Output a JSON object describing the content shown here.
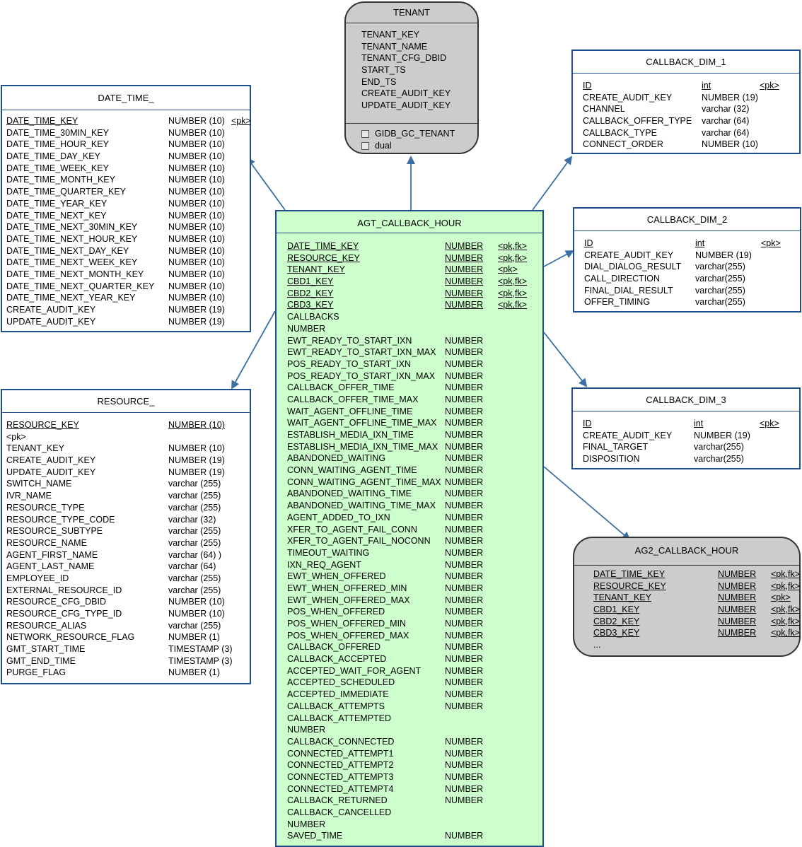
{
  "entities": {
    "tenant": {
      "title": "TENANT",
      "fields": [
        "TENANT_KEY",
        "TENANT_NAME",
        "TENANT_CFG_DBID",
        "START_TS",
        "END_TS",
        "CREATE_AUDIT_KEY",
        "UPDATE_AUDIT_KEY"
      ],
      "methods": [
        "GIDB_GC_TENANT",
        "dual"
      ]
    },
    "date_time": {
      "title": "DATE_TIME_",
      "rows": [
        {
          "name": "DATE_TIME_KEY",
          "type": "NUMBER (10)",
          "key": "<pk>",
          "pk": true
        },
        {
          "name": "DATE_TIME_30MIN_KEY",
          "type": "NUMBER (10)"
        },
        {
          "name": "DATE_TIME_HOUR_KEY",
          "type": "NUMBER (10)"
        },
        {
          "name": "DATE_TIME_DAY_KEY",
          "type": "NUMBER (10)"
        },
        {
          "name": "DATE_TIME_WEEK_KEY",
          "type": "NUMBER (10)"
        },
        {
          "name": "DATE_TIME_MONTH_KEY",
          "type": "NUMBER (10)"
        },
        {
          "name": "DATE_TIME_QUARTER_KEY",
          "type": "NUMBER (10)"
        },
        {
          "name": "DATE_TIME_YEAR_KEY",
          "type": "NUMBER (10)"
        },
        {
          "name": "DATE_TIME_NEXT_KEY",
          "type": "NUMBER (10)"
        },
        {
          "name": "DATE_TIME_NEXT_30MIN_KEY",
          "type": "NUMBER (10)"
        },
        {
          "name": "DATE_TIME_NEXT_HOUR_KEY",
          "type": "NUMBER (10)"
        },
        {
          "name": "DATE_TIME_NEXT_DAY_KEY",
          "type": "NUMBER (10)"
        },
        {
          "name": "DATE_TIME_NEXT_WEEK_KEY",
          "type": "NUMBER (10)"
        },
        {
          "name": "DATE_TIME_NEXT_MONTH_KEY",
          "type": "NUMBER (10)"
        },
        {
          "name": "DATE_TIME_NEXT_QUARTER_KEY",
          "type": "NUMBER (10)"
        },
        {
          "name": "DATE_TIME_NEXT_YEAR_KEY",
          "type": "NUMBER (10)"
        },
        {
          "name": "CREATE_AUDIT_KEY",
          "type": "NUMBER (19)"
        },
        {
          "name": "UPDATE_AUDIT_KEY",
          "type": "NUMBER (19)"
        }
      ]
    },
    "resource": {
      "title": "RESOURCE_",
      "rows": [
        {
          "name": "RESOURCE_KEY",
          "type": "NUMBER (10)",
          "pk": true,
          "type_underline": true
        },
        {
          "name": "<pk>"
        },
        {
          "name": "TENANT_KEY",
          "type": "NUMBER (10)"
        },
        {
          "name": "CREATE_AUDIT_KEY",
          "type": "NUMBER (19)"
        },
        {
          "name": "UPDATE_AUDIT_KEY",
          "type": "NUMBER (19)"
        },
        {
          "name": "SWITCH_NAME",
          "type": "varchar (255)"
        },
        {
          "name": "IVR_NAME",
          "type": "varchar (255)"
        },
        {
          "name": "RESOURCE_TYPE",
          "type": "varchar (255)"
        },
        {
          "name": "RESOURCE_TYPE_CODE",
          "type": "varchar (32)"
        },
        {
          "name": "RESOURCE_SUBTYPE",
          "type": "varchar (255)"
        },
        {
          "name": "RESOURCE_NAME",
          "type": "varchar (255)"
        },
        {
          "name": "AGENT_FIRST_NAME",
          "type": "varchar (64) )"
        },
        {
          "name": "AGENT_LAST_NAME",
          "type": "varchar (64)"
        },
        {
          "name": "EMPLOYEE_ID",
          "type": "varchar (255)"
        },
        {
          "name": "EXTERNAL_RESOURCE_ID",
          "type": "varchar (255)"
        },
        {
          "name": "RESOURCE_CFG_DBID",
          "type": "NUMBER (10)"
        },
        {
          "name": "RESOURCE_CFG_TYPE_ID",
          "type": "NUMBER (10)"
        },
        {
          "name": "RESOURCE_ALIAS",
          "type": "varchar (255)"
        },
        {
          "name": "NETWORK_RESOURCE_FLAG",
          "type": "NUMBER (1)"
        },
        {
          "name": "GMT_START_TIME",
          "type": "TIMESTAMP (3)"
        },
        {
          "name": "GMT_END_TIME",
          "type": "TIMESTAMP (3)"
        },
        {
          "name": "PURGE_FLAG",
          "type": "NUMBER (1)"
        }
      ]
    },
    "agt_callback_hour": {
      "title": "AGT_CALLBACK_HOUR",
      "rows": [
        {
          "name": "DATE_TIME_KEY",
          "type": "NUMBER",
          "key": "<pk,fk>",
          "pk": true
        },
        {
          "name": "RESOURCE_KEY",
          "type": "NUMBER",
          "key": "<pk,fk>",
          "pk": true
        },
        {
          "name": "TENANT_KEY",
          "type": "NUMBER",
          "key": "<pk>",
          "pk": true
        },
        {
          "name": "CBD1_KEY",
          "type": "NUMBER",
          "key": "<pk,fk>",
          "pk": true
        },
        {
          "name": "CBD2_KEY",
          "type": "NUMBER",
          "key": "<pk,fk>",
          "pk": true
        },
        {
          "name": "CBD3_KEY",
          "type": "NUMBER",
          "key": "<pk,fk>",
          "pk": true
        },
        {
          "name": "CALLBACKS"
        },
        {
          "name": "NUMBER"
        },
        {
          "name": "EWT_READY_TO_START_IXN",
          "type": "NUMBER"
        },
        {
          "name": "EWT_READY_TO_START_IXN_MAX",
          "type": "NUMBER"
        },
        {
          "name": "POS_READY_TO_START_IXN",
          "type": "NUMBER"
        },
        {
          "name": "POS_READY_TO_START_IXN_MAX",
          "type": "NUMBER"
        },
        {
          "name": "CALLBACK_OFFER_TIME",
          "type": "NUMBER"
        },
        {
          "name": "CALLBACK_OFFER_TIME_MAX",
          "type": "NUMBER"
        },
        {
          "name": "WAIT_AGENT_OFFLINE_TIME",
          "type": "NUMBER"
        },
        {
          "name": "WAIT_AGENT_OFFLINE_TIME_MAX",
          "type": "NUMBER"
        },
        {
          "name": "ESTABLISH_MEDIA_IXN_TIME",
          "type": "NUMBER"
        },
        {
          "name": "ESTABLISH_MEDIA_IXN_TIME_MAX",
          "type": "NUMBER"
        },
        {
          "name": "ABANDONED_WAITING",
          "type": "NUMBER"
        },
        {
          "name": "CONN_WAITING_AGENT_TIME",
          "type": "NUMBER"
        },
        {
          "name": "CONN_WAITING_AGENT_TIME_MAX",
          "type": "NUMBER"
        },
        {
          "name": "ABANDONED_WAITING_TIME",
          "type": "NUMBER"
        },
        {
          "name": "ABANDONED_WAITING_TIME_MAX",
          "type": "NUMBER"
        },
        {
          "name": "AGENT_ADDED_TO_IXN",
          "type": "NUMBER"
        },
        {
          "name": "XFER_TO_AGENT_FAIL_CONN",
          "type": "NUMBER"
        },
        {
          "name": "XFER_TO_AGENT_FAIL_NOCONN",
          "type": "NUMBER"
        },
        {
          "name": "TIMEOUT_WAITING",
          "type": "NUMBER"
        },
        {
          "name": "IXN_REQ_AGENT",
          "type": "NUMBER"
        },
        {
          "name": "EWT_WHEN_OFFERED",
          "type": "NUMBER"
        },
        {
          "name": "EWT_WHEN_OFFERED_MIN",
          "type": "NUMBER"
        },
        {
          "name": "EWT_WHEN_OFFERED_MAX",
          "type": "NUMBER"
        },
        {
          "name": "POS_WHEN_OFFERED",
          "type": "NUMBER"
        },
        {
          "name": "POS_WHEN_OFFERED_MIN",
          "type": "NUMBER"
        },
        {
          "name": "POS_WHEN_OFFERED_MAX",
          "type": "NUMBER"
        },
        {
          "name": "CALLBACK_OFFERED",
          "type": "NUMBER"
        },
        {
          "name": "CALLBACK_ACCEPTED",
          "type": "NUMBER"
        },
        {
          "name": "ACCEPTED_WAIT_FOR_AGENT",
          "type": "NUMBER"
        },
        {
          "name": "ACCEPTED_SCHEDULED",
          "type": "NUMBER"
        },
        {
          "name": "ACCEPTED_IMMEDIATE",
          "type": "NUMBER"
        },
        {
          "name": "CALLBACK_ATTEMPTS",
          "type": "NUMBER"
        },
        {
          "name": "CALLBACK_ATTEMPTED"
        },
        {
          "name": "NUMBER"
        },
        {
          "name": "CALLBACK_CONNECTED",
          "type": "NUMBER"
        },
        {
          "name": "CONNECTED_ATTEMPT1",
          "type": "NUMBER"
        },
        {
          "name": "CONNECTED_ATTEMPT2",
          "type": "NUMBER"
        },
        {
          "name": "CONNECTED_ATTEMPT3",
          "type": "NUMBER"
        },
        {
          "name": "CONNECTED_ATTEMPT4",
          "type": "NUMBER"
        },
        {
          "name": "CALLBACK_RETURNED",
          "type": "NUMBER"
        },
        {
          "name": "CALLBACK_CANCELLED"
        },
        {
          "name": "NUMBER"
        },
        {
          "name": "SAVED_TIME",
          "type": "NUMBER"
        }
      ]
    },
    "callback_dim_1": {
      "title": "CALLBACK_DIM_1",
      "rows": [
        {
          "name": "ID",
          "type": "int",
          "key": "<pk>",
          "pk": true
        },
        {
          "name": "CREATE_AUDIT_KEY",
          "type": "NUMBER (19)"
        },
        {
          "name": "CHANNEL",
          "type": "varchar (32)"
        },
        {
          "name": "CALLBACK_OFFER_TYPE",
          "type": "varchar (64)"
        },
        {
          "name": "CALLBACK_TYPE",
          "type": "varchar (64)"
        },
        {
          "name": "CONNECT_ORDER",
          "type": "NUMBER (10)"
        }
      ]
    },
    "callback_dim_2": {
      "title": "CALLBACK_DIM_2",
      "rows": [
        {
          "name": "ID",
          "type": "int",
          "key": "<pk>",
          "pk": true
        },
        {
          "name": "CREATE_AUDIT_KEY",
          "type": "NUMBER (19)"
        },
        {
          "name": "DIAL_DIALOG_RESULT",
          "type": "varchar(255)"
        },
        {
          "name": "CALL_DIRECTION",
          "type": "varchar(255)"
        },
        {
          "name": "FINAL_DIAL_RESULT",
          "type": "varchar(255)"
        },
        {
          "name": "OFFER_TIMING",
          "type": "varchar(255)"
        }
      ]
    },
    "callback_dim_3": {
      "title": "CALLBACK_DIM_3",
      "rows": [
        {
          "name": "ID",
          "type": "int",
          "key": "<pk>",
          "pk": true
        },
        {
          "name": "CREATE_AUDIT_KEY",
          "type": "NUMBER (19)"
        },
        {
          "name": "FINAL_TARGET",
          "type": "varchar(255)"
        },
        {
          "name": "DISPOSITION",
          "type": "varchar(255)"
        }
      ]
    },
    "ag2_callback_hour": {
      "title": "AG2_CALLBACK_HOUR",
      "rows": [
        {
          "name": "DATE_TIME_KEY",
          "type": "NUMBER",
          "key": "<pk,fk>",
          "pk": true
        },
        {
          "name": "RESOURCE_KEY",
          "type": "NUMBER",
          "key": "<pk,fk>",
          "pk": true
        },
        {
          "name": "TENANT_KEY",
          "type": "NUMBER",
          "key": "<pk>",
          "pk": true
        },
        {
          "name": "CBD1_KEY",
          "type": "NUMBER",
          "key": "<pk,fk>",
          "pk": true
        },
        {
          "name": "CBD2_KEY",
          "type": "NUMBER",
          "key": "<pk,fk>",
          "pk": true
        },
        {
          "name": "CBD3_KEY",
          "type": "NUMBER",
          "key": "<pk,fk>",
          "pk": true
        },
        {
          "name": "..."
        }
      ]
    }
  },
  "colors": {
    "border": "#1f4e8c",
    "fact_fill": "#ccffcc",
    "view_fill": "#cccccc",
    "arrow": "#3a6ea5"
  }
}
